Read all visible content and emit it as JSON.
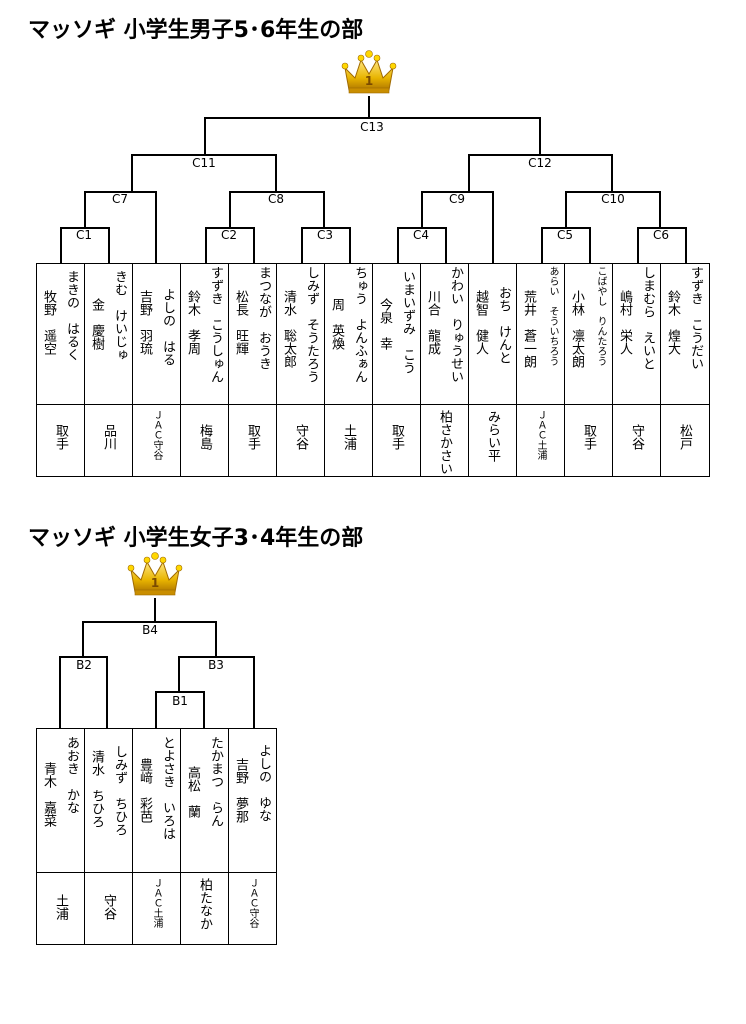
{
  "boys": {
    "title": "マッソギ 小学生男子5･6年生の部",
    "crown_label": "1",
    "matches": {
      "c1": "C1",
      "c2": "C2",
      "c3": "C3",
      "c4": "C4",
      "c5": "C5",
      "c6": "C6",
      "c7": "C7",
      "c8": "C8",
      "c9": "C9",
      "c10": "C10",
      "c11": "C11",
      "c12": "C12",
      "c13": "C13"
    },
    "players": [
      {
        "kana": "まきの　はるく",
        "name": "牧野　遥空",
        "club": "取手"
      },
      {
        "kana": "きむ　けいじゅ",
        "name": "金　慶樹",
        "club": "品川"
      },
      {
        "kana": "よしの　はる",
        "name": "吉野　羽琉",
        "club": "ＪＡＣ守谷"
      },
      {
        "kana": "すずき　こうしゅん",
        "name": "鈴木　孝周",
        "club": "梅島"
      },
      {
        "kana": "まつなが　おうき",
        "name": "松長　旺輝",
        "club": "取手"
      },
      {
        "kana": "しみず　そうたろう",
        "name": "清水　聡太郎",
        "club": "守谷"
      },
      {
        "kana": "ちゅう　よんふぁん",
        "name": "周　英煥",
        "club": "土浦"
      },
      {
        "kana": "いまいずみ　こう",
        "name": "今泉　幸",
        "club": "取手"
      },
      {
        "kana": "かわい　りゅうせい",
        "name": "川合　龍成",
        "club": "柏さかさい"
      },
      {
        "kana": "おち　けんと",
        "name": "越智　健人",
        "club": "みらい平"
      },
      {
        "kana": "あらい　そういちろう",
        "name": "荒井　蒼一朗",
        "club": "ＪＡＣ土浦"
      },
      {
        "kana": "こばやし　りんたろう",
        "name": "小林　凛太朗",
        "club": "取手"
      },
      {
        "kana": "しまむら　えいと",
        "name": "嶋村　栄人",
        "club": "守谷"
      },
      {
        "kana": "すずき　こうだい",
        "name": "鈴木　煌大",
        "club": "松戸"
      }
    ]
  },
  "girls": {
    "title": "マッソギ 小学生女子3･4年生の部",
    "crown_label": "1",
    "matches": {
      "b1": "B1",
      "b2": "B2",
      "b3": "B3",
      "b4": "B4"
    },
    "players": [
      {
        "kana": "あおき　かな",
        "name": "青木　嘉菜",
        "club": "土浦"
      },
      {
        "kana": "しみず　ちひろ",
        "name": "清水　ちひろ",
        "club": "守谷"
      },
      {
        "kana": "とよさき　いろは",
        "name": "豊﨑　彩芭",
        "club": "ＪＡＣ土浦"
      },
      {
        "kana": "たかまつ　らん",
        "name": "高松　蘭",
        "club": "柏たなか"
      },
      {
        "kana": "よしの　ゆな",
        "name": "吉野　夢那",
        "club": "ＪＡＣ守谷"
      }
    ]
  }
}
